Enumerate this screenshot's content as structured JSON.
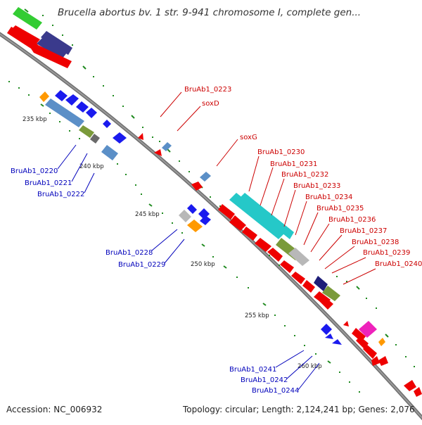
{
  "title": "Brucella abortus bv. 1 str. 9-941 chromosome I, complete gen...",
  "footer": {
    "accession": "Accession: NC_006932",
    "topology": "Topology: circular; Length: 2,124,241 bp; Genes: 2,076"
  },
  "colors": {
    "backbone": "#7f7f7f",
    "tick": "#1f8a1f",
    "label_forward": "#cc0000",
    "label_reverse": "#0000bb",
    "gene_red": "#ee0000",
    "gene_blue": "#1a1aee",
    "gene_steel": "#5b8fc7",
    "gene_green": "#33cc33",
    "gene_navy": "#3a3a8c",
    "gene_cyan": "#25c8c8",
    "gene_olive": "#7a9a3a",
    "gene_grey": "#b8b8b8",
    "gene_orange": "#ff9900",
    "gene_magenta": "#ee22bb"
  },
  "kbp_labels": [
    "235 kbp",
    "240 kbp",
    "245 kbp",
    "250 kbp",
    "255 kbp",
    "260 kbp"
  ],
  "forward_labels": [
    "BruAb1_0223",
    "soxD",
    "soxG",
    "BruAb1_0230",
    "BruAb1_0231",
    "BruAb1_0232",
    "BruAb1_0233",
    "BruAb1_0234",
    "BruAb1_0235",
    "BruAb1_0236",
    "BruAb1_0237",
    "BruAb1_0238",
    "BruAb1_0239",
    "BruAb1_0240"
  ],
  "reverse_labels": [
    "BruAb1_0220",
    "BruAb1_0221",
    "BruAb1_0222",
    "BruAb1_0228",
    "BruAb1_0229",
    "BruAb1_0241",
    "BruAb1_0242",
    "BruAb1_0244"
  ]
}
